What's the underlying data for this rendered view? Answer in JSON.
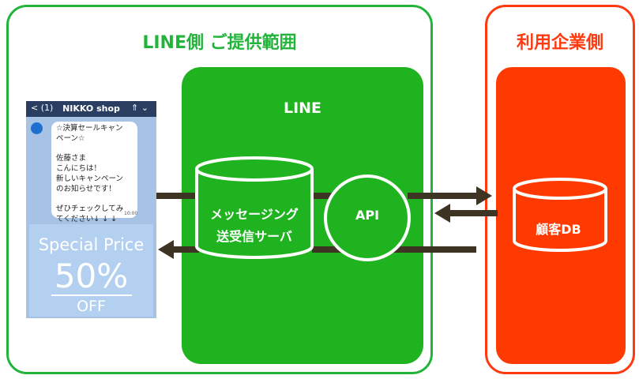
{
  "frames": {
    "line_side_title": "LINE側 ご提供範囲",
    "corp_side_title": "利用企業側"
  },
  "line_box": {
    "label": "LINE",
    "server_label": "メッセージング\n送受信サーバ",
    "api_label": "API"
  },
  "corp_box": {
    "db_label": "顧客DB"
  },
  "phone": {
    "back_label": "< (1)",
    "title": "NIKKO shop",
    "menu_label": "⇑ ⌄",
    "message": "☆決算セールキャン\nペーン☆\n\n佐藤さま\nこんにちは！\n新しいキャンペーン\nのお知らせです！\n\nぜひチェックしてみ\nてください↓ ↓ ↓",
    "time": "10:00",
    "promo_line1": "Special Price",
    "promo_line2": "50%",
    "promo_line3": "OFF"
  },
  "colors": {
    "line_green": "#1fb41f",
    "frame_green": "#22b43a",
    "corp_red": "#ff3a10",
    "arrow": "#3d3424"
  }
}
